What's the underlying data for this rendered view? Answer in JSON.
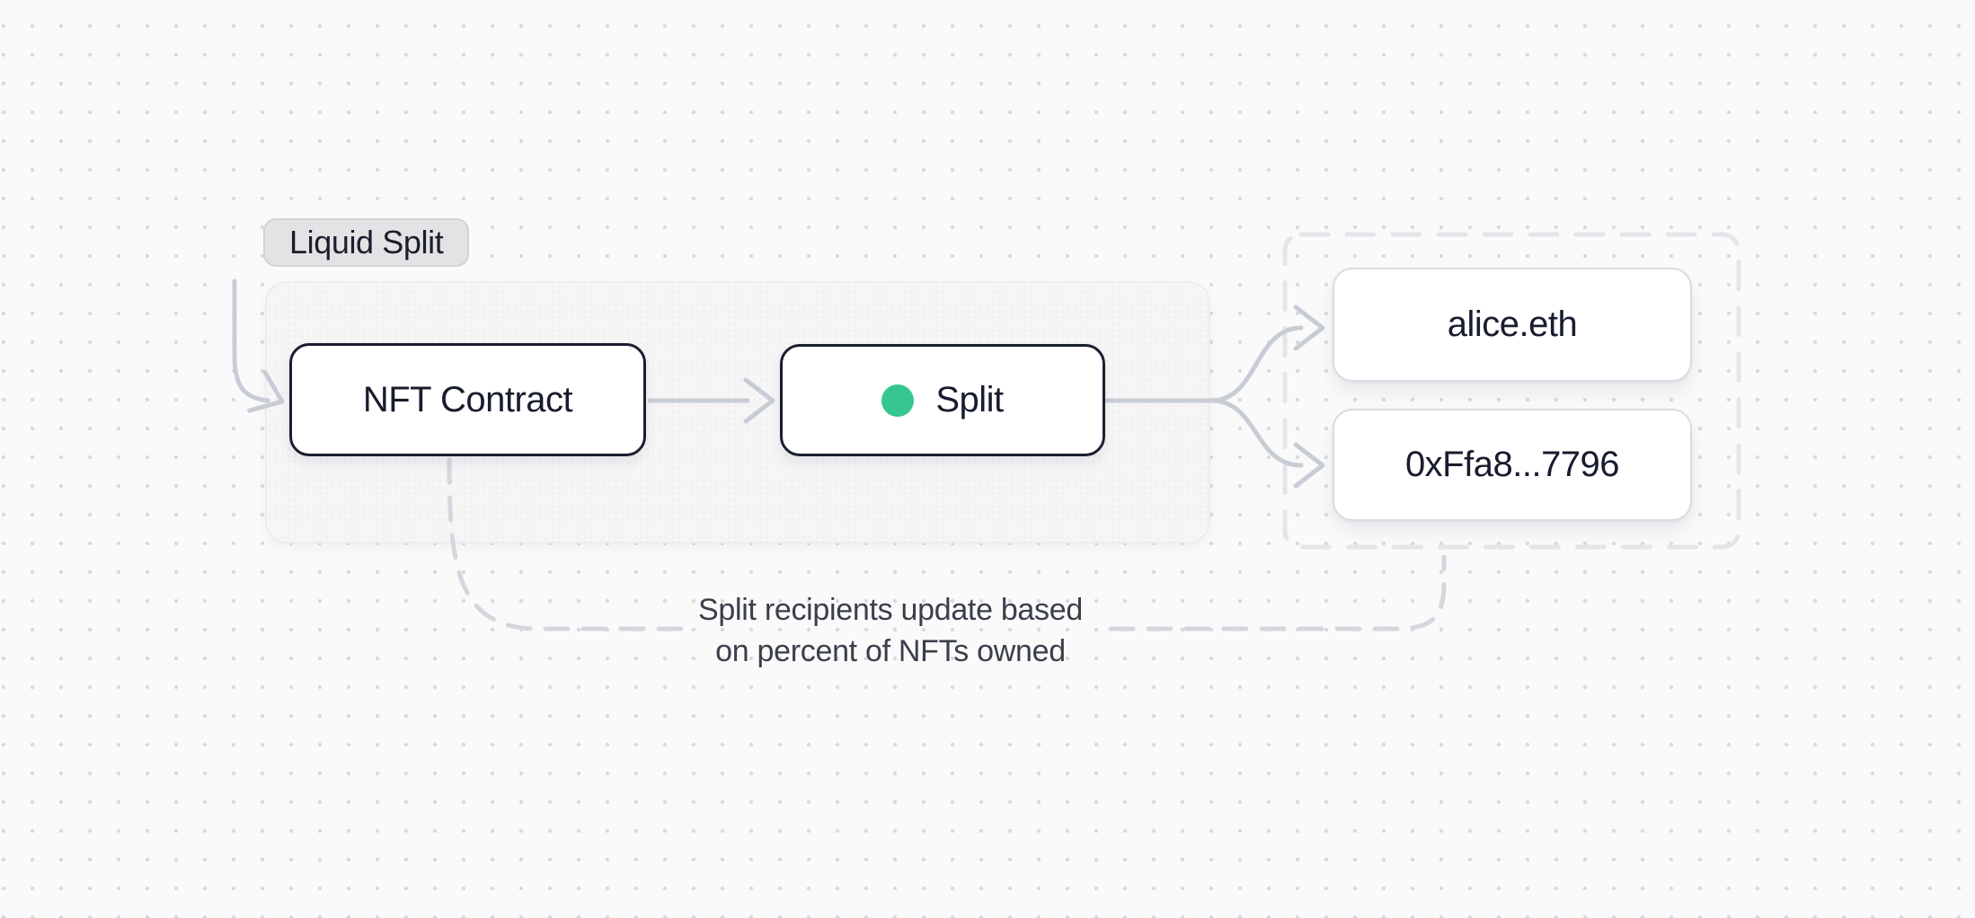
{
  "diagram": {
    "badge": {
      "label": "Liquid Split"
    },
    "nodes": {
      "nft_contract": {
        "label": "NFT Contract"
      },
      "split": {
        "label": "Split",
        "status": "active"
      },
      "recipient_1": {
        "label": "alice.eth"
      },
      "recipient_2": {
        "label": "0xFfa8...7796"
      }
    },
    "edge_label": {
      "line1": "Split recipients update based",
      "line2": "on percent of NFTs owned"
    },
    "icons": {
      "split_status_dot": "filled-circle",
      "arrowheads": "open-chevron-right"
    },
    "colors": {
      "canvas_bg": "#fafafa",
      "canvas_dot": "#d8d9da",
      "group_fill": "#f6f6f7",
      "group_border": "#ededef",
      "badge_bg": "#e3e3e5",
      "badge_border": "#d2d2d6",
      "node_border_dark": "#1a1e30",
      "node_border_light": "#d8dbe1",
      "edge": "#c8cdd5",
      "connector": "#d4d7de",
      "group_outline": "#e4e5e9",
      "accent_green": "#35c78f",
      "text_dark": "#181c2e",
      "text_caption": "#3a3f4a"
    }
  }
}
